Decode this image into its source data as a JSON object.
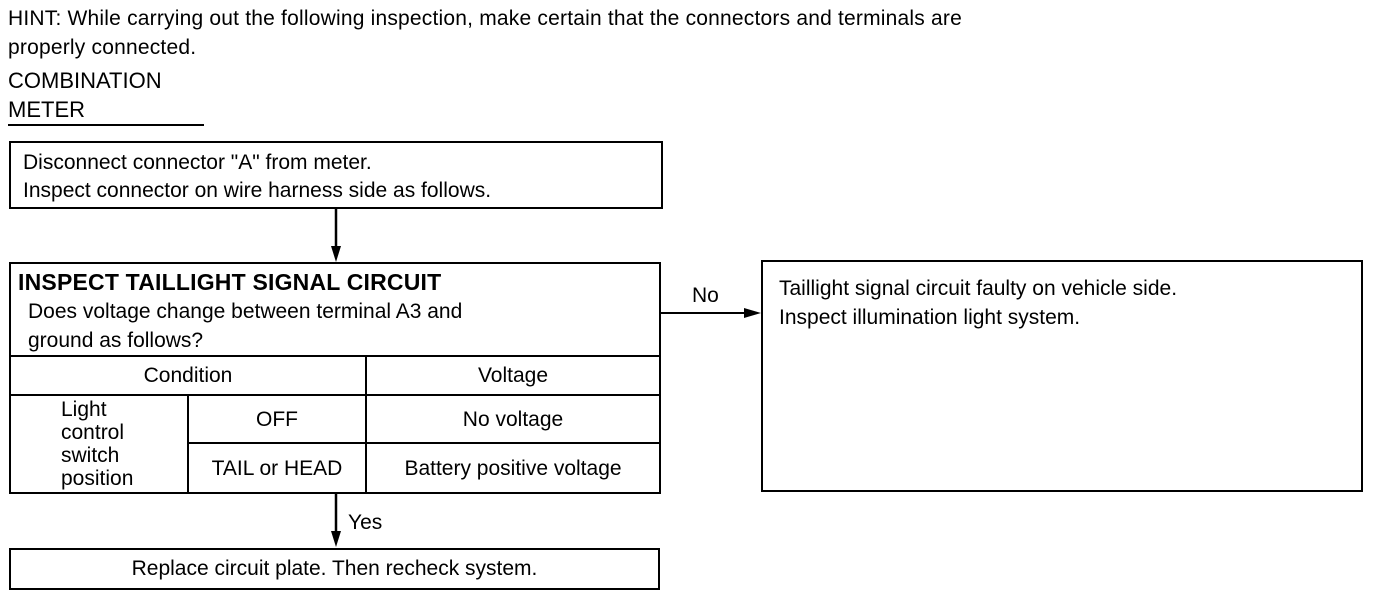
{
  "hint": {
    "line1": "HINT: While carrying out the following inspection, make certain that the connectors and terminals are",
    "line2": "properly connected."
  },
  "component": {
    "line1": "COMBINATION",
    "line2": "METER"
  },
  "step_disconnect": {
    "line1": "Disconnect connector \"A\" from meter.",
    "line2": "Inspect connector on wire harness side as follows."
  },
  "inspect": {
    "title": "INSPECT TAILLIGHT SIGNAL CIRCUIT",
    "question_line1": "Does voltage change between terminal A3 and",
    "question_line2": "ground as follows?",
    "table": {
      "header_condition": "Condition",
      "header_voltage": "Voltage",
      "row_label_lines": [
        "Light",
        "control",
        "switch",
        "position"
      ],
      "rows": [
        {
          "position": "OFF",
          "voltage": "No voltage"
        },
        {
          "position": "TAIL or HEAD",
          "voltage": "Battery positive voltage"
        }
      ]
    }
  },
  "branch_no": {
    "label": "No",
    "line1": "Taillight signal circuit faulty on vehicle side.",
    "line2": "Inspect illumination light system."
  },
  "branch_yes": {
    "label": "Yes",
    "text": "Replace circuit plate. Then recheck system."
  }
}
